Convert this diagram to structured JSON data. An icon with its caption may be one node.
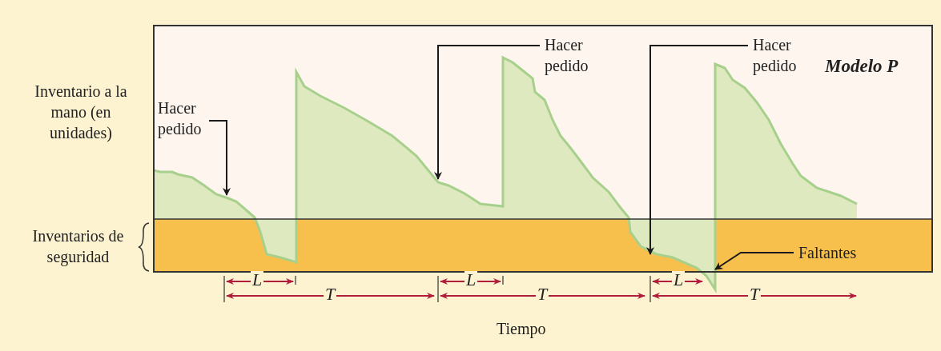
{
  "diagram": {
    "nodes": [
      {
        "text": [
          "Hacer pedido"
        ]
      },
      {
        "text": [
          "Hacer pedido"
        ]
      },
      {
        "text": [
          "Hacer pedido"
        ]
      },
      {
        "text": [
          "Faltantes"
        ]
      }
    ],
    "edges": [
      {
        "from": 0,
        "to": null,
        "arrow": "to"
      },
      {
        "from": 1,
        "to": null,
        "arrow": "to"
      },
      {
        "from": 2,
        "to": null,
        "arrow": "to"
      },
      {
        "from": 3,
        "to": null,
        "arrow": "to"
      }
    ],
    "labels": [
      "Inventario a la mano (en unidades)",
      "Modelo P",
      "Inventarios de seguridad",
      "L",
      "L",
      "L",
      "T",
      "T",
      "T",
      "Tiempo"
    ]
  }
}
